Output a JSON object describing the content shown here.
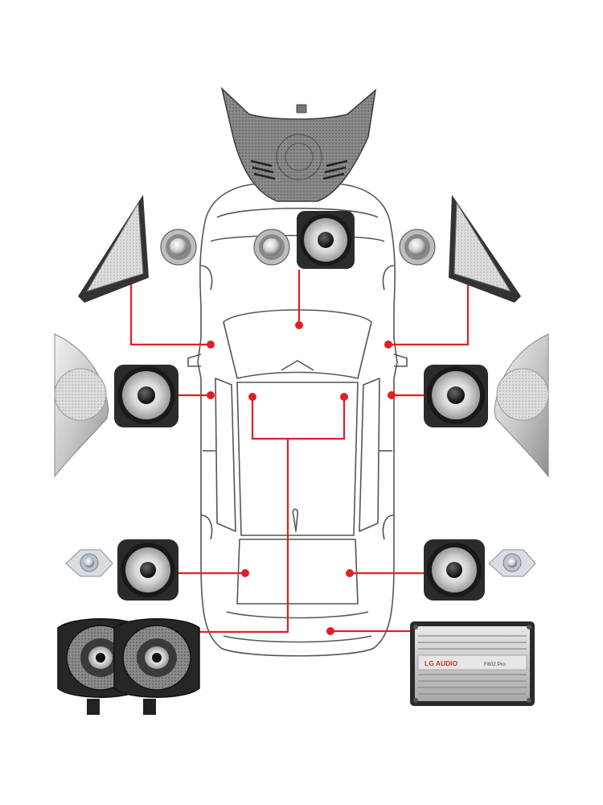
{
  "diagram": {
    "components": [
      {
        "id": "center-speaker-grille",
        "kind": "dashboard-center-grille"
      },
      {
        "id": "left-a-pillar-tweeter-cover",
        "kind": "a-pillar-cover"
      },
      {
        "id": "right-a-pillar-tweeter-cover",
        "kind": "a-pillar-cover"
      },
      {
        "id": "left-tweeter",
        "kind": "tweeter"
      },
      {
        "id": "center-tweeter",
        "kind": "tweeter"
      },
      {
        "id": "right-tweeter",
        "kind": "tweeter"
      },
      {
        "id": "center-midrange",
        "kind": "midrange"
      },
      {
        "id": "front-left-door-speaker",
        "kind": "midrange"
      },
      {
        "id": "front-right-door-speaker",
        "kind": "midrange"
      },
      {
        "id": "left-door-grille",
        "kind": "door-grille"
      },
      {
        "id": "right-door-grille",
        "kind": "door-grille"
      },
      {
        "id": "rear-left-speaker",
        "kind": "midrange"
      },
      {
        "id": "rear-right-speaker",
        "kind": "midrange"
      },
      {
        "id": "rear-left-tweeter",
        "kind": "tweeter"
      },
      {
        "id": "rear-right-tweeter",
        "kind": "tweeter"
      },
      {
        "id": "subwoofer-pair",
        "kind": "subwoofer"
      },
      {
        "id": "amplifier",
        "kind": "amplifier"
      }
    ],
    "colors": {
      "wire": "#e31e24",
      "car_outline": "#555555",
      "speaker_dark": "#2b2b2b",
      "cone_light": "#e2e2e2",
      "amplifier_body": "#c8c8c8"
    },
    "amplifier": {
      "brand": "LG AUDIO",
      "model": "F802.Pro"
    }
  }
}
